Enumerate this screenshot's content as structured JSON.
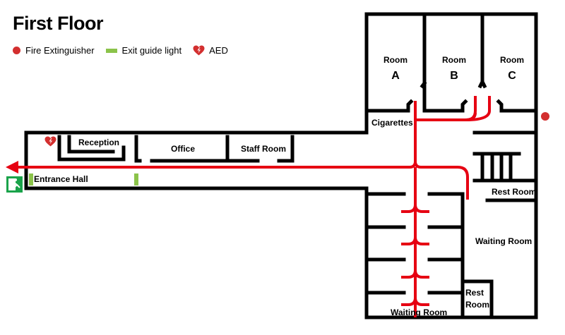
{
  "title": "First Floor",
  "legend": {
    "fire_extinguisher": "Fire Extinguisher",
    "exit_guide_light": "Exit guide light",
    "aed": "AED"
  },
  "colors": {
    "wall": "#000000",
    "evac_route": "#e60012",
    "fire_extinguisher": "#d32f2f",
    "exit_light": "#8bc34a",
    "exit_sign": "#1aa34a"
  },
  "rooms": {
    "room_a": {
      "line1": "Room",
      "line2": "A"
    },
    "room_b": {
      "line1": "Room",
      "line2": "B"
    },
    "room_c": {
      "line1": "Room",
      "line2": "C"
    },
    "cigarettes": "Cigarettes",
    "reception": "Reception",
    "office": "Office",
    "staff_room": "Staff Room",
    "entrance_hall": "Entrance Hall",
    "rest_room_1": "Rest Room",
    "waiting_room_1": "Waiting Room",
    "rest_room_2": {
      "line1": "Rest",
      "line2": "Room"
    },
    "waiting_room_2": "Waiting Room"
  }
}
